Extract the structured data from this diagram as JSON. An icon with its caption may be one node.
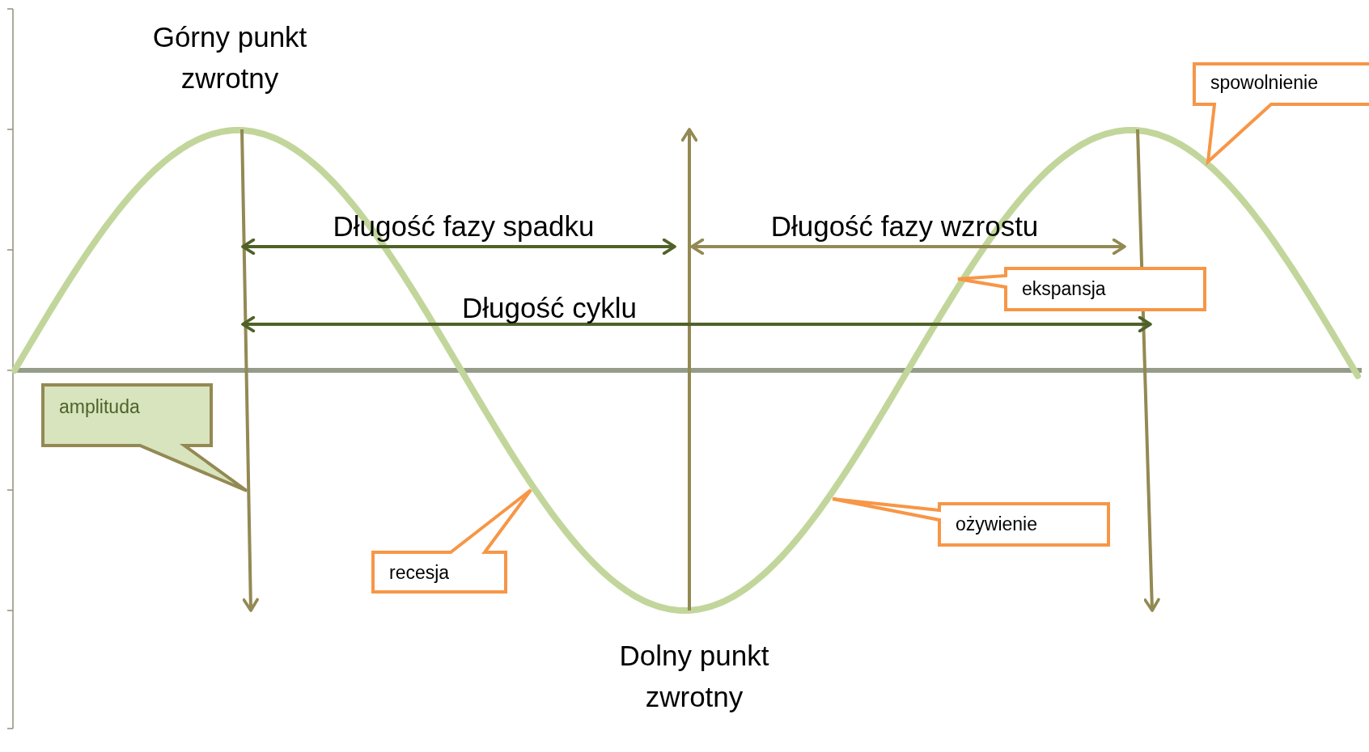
{
  "diagram": {
    "nodes": [
      {
        "text": [
          "spowolnienie"
        ]
      },
      {
        "text": [
          "ekspansja"
        ]
      },
      {
        "text": [
          "amplituda"
        ]
      },
      {
        "text": [
          "ożywienie"
        ]
      },
      {
        "text": [
          "recesja"
        ]
      }
    ],
    "labels": [
      "Górny punkt zwrotny",
      "Długość fazy spadku",
      "Długość fazy wzrostu",
      "Długość cyklu",
      "Dolny punkt zwrotny"
    ]
  }
}
